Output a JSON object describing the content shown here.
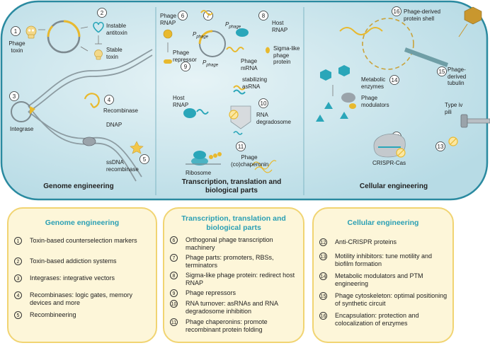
{
  "cell_sections": {
    "genome": "Genome engineering",
    "transcription": "Transcription, translation and biological parts",
    "cellular": "Cellular engineering"
  },
  "cell_labels": {
    "phage_toxin": "Phage toxin",
    "instable_antitoxin": "Instable antitoxin",
    "stable_toxin": "Stable toxin",
    "integrase": "Integrase",
    "recombinase": "Recombinase",
    "dnap": "DNAP",
    "ssdna_recombinase": "ssDNA recombinase",
    "phage_rnap": "Phage RNAP",
    "p_phage": "P",
    "p_sub": "phage",
    "host_rnap_1": "Host RNAP",
    "sigma_like": "Sigma-like phage protein",
    "phage_repressor": "Phage repressor",
    "phage_mrna": "Phage mRNA",
    "host_rnap_2": "Host RNAP",
    "stabilizing_asrna": "stabilizing asRNA",
    "rna_degradosome": "RNA degradosome",
    "ribosome": "Ribosome",
    "phage_chaperonin": "Phage (co)chaperonin",
    "phage_protein_shell": "Phage-derived protein shell",
    "phage_tubulin": "Phage-derived tubulin",
    "metabolic_enzymes": "Metabolic enzymes",
    "phage_modulators": "Phage modulators",
    "crispr_cas": "CRISPR-Cas",
    "type_iv_pili": "Type iv pili"
  },
  "panels": [
    {
      "title": "Genome engineering",
      "items": [
        {
          "num": "1",
          "text": "Toxin-based counterselection markers"
        },
        {
          "num": "2",
          "text": "Toxin-based addiction systems"
        },
        {
          "num": "3",
          "text": "Integrases: integrative vectors"
        },
        {
          "num": "4",
          "text": "Recombinases:  logic gates, memory devices and more"
        },
        {
          "num": "5",
          "text": "Recombineering"
        }
      ]
    },
    {
      "title": "Transcription, translation and biological parts",
      "items": [
        {
          "num": "6",
          "text": "Orthogonal phage transcription machinery"
        },
        {
          "num": "7",
          "text": "Phage parts: promoters, RBSs, terminators"
        },
        {
          "num": "8",
          "text": "Sigma-like phage protein: redirect host RNAP"
        },
        {
          "num": "9",
          "text": "Phage repressors"
        },
        {
          "num": "10",
          "text": "RNA turnover: asRNAs and RNA degradosome inhibition"
        },
        {
          "num": "11",
          "text": "Phage chaperonins: promote recombinant protein folding"
        }
      ]
    },
    {
      "title": "Cellular engineering",
      "items": [
        {
          "num": "12",
          "text": "Anti-CRISPR proteins"
        },
        {
          "num": "13",
          "text": "Motility inhibitors: tune motility and biofilm formation"
        },
        {
          "num": "14",
          "text": "Metabolic modulators and PTM engineering"
        },
        {
          "num": "15",
          "text": "Phage cytoskeleton: optimal positioning of synthetic circuit"
        },
        {
          "num": "16",
          "text": "Encapsulation: protection and colocalization of enzymes"
        }
      ]
    }
  ],
  "colors": {
    "cell_fill": "#cde7ee",
    "cell_border": "#2a8aa0",
    "panel_fill": "#fdf6d9",
    "panel_border": "#f1d472",
    "title_teal": "#2a9fb4",
    "accent_yellow": "#e8b92e"
  }
}
